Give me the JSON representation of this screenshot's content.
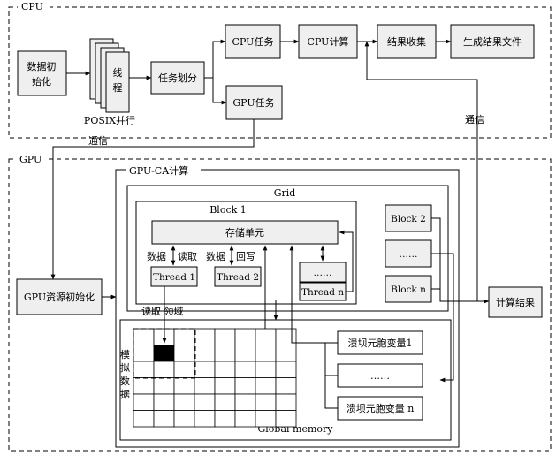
{
  "regions": {
    "cpu": "CPU",
    "gpu": "GPU",
    "gpu_ca": "GPU-CA计算",
    "grid": "Grid",
    "block1": "Block 1",
    "global_memory": "Global memory"
  },
  "nodes": {
    "data_init_line1": "数据初",
    "data_init_line2": "始化",
    "thread_line1": "线",
    "thread_line2": "程",
    "posix": "POSIX并行",
    "task_partition": "任务划分",
    "cpu_task": "CPU任务",
    "cpu_compute": "CPU计算",
    "result_collect": "结果收集",
    "gen_result_file": "生成结果文件",
    "gpu_task": "GPU任务",
    "gpu_resource_init": "GPU资源初始化",
    "compute_result": "计算结果",
    "storage_unit": "存储单元",
    "thread1": "Thread 1",
    "thread2": "Thread 2",
    "threadn": "Thread n",
    "ellipsis": "……",
    "block2": "Block 2",
    "blockn": "Block n",
    "var1": "溃坝元胞变量1",
    "varn": "溃坝元胞变量 n"
  },
  "labels": {
    "comm1": "通信",
    "comm2": "通信",
    "data1": "数据",
    "read1": "读取",
    "data2": "数据",
    "writeback": "回写",
    "read_neighbor": "读取 领域",
    "sim_data_1": "模",
    "sim_data_2": "拟",
    "sim_data_3": "数",
    "sim_data_4": "据"
  },
  "grid_cells": {
    "rows": 6,
    "cols": 8,
    "filled_cell": [
      1,
      1
    ]
  },
  "colors": {
    "box_fill": "#efefef",
    "line": "#000000",
    "filled_cell": "#000000"
  }
}
